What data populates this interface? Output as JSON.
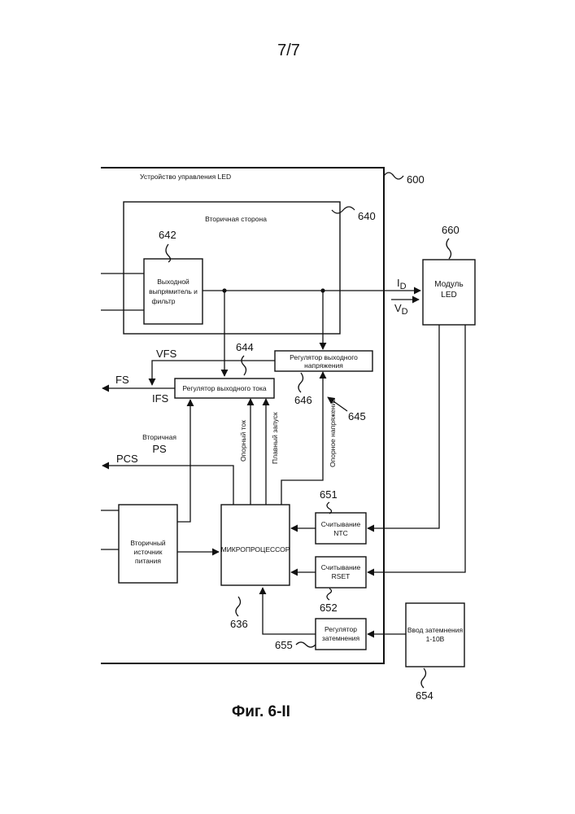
{
  "page_number": "7/7",
  "figure_caption": "Фиг. 6-II",
  "blocks": {
    "device": {
      "title": "Устройство управления LED",
      "ref": "600"
    },
    "secondary_side": {
      "title": "Вторичная сторона",
      "ref": "640"
    },
    "rectifier": {
      "line1": "Выходной",
      "line2": "выпрямитель и",
      "line3": "фильтр",
      "ref": "642"
    },
    "current_regulator": {
      "title": "Регулятор выходного тока",
      "ref": "644"
    },
    "voltage_regulator": {
      "line1": "Регулятор выходного",
      "line2": "напряжения",
      "ref": "646"
    },
    "control_group": {
      "ref": "645"
    },
    "led_module": {
      "line1": "Модуль",
      "line2": "LED",
      "ref": "660"
    },
    "secondary_supply": {
      "line1": "Вторичный",
      "line2": "источник",
      "line3": "питания"
    },
    "microprocessor": {
      "title": "МИКРОПРОЦЕССОР",
      "ref": "636"
    },
    "ntc_reader": {
      "line1": "Считывание",
      "line2": "NTC",
      "ref": "651"
    },
    "rset_reader": {
      "line1": "Считывание",
      "line2": "RSET",
      "ref": "652"
    },
    "dimming_regulator": {
      "line1": "Регулятор",
      "line2": "затемнения",
      "ref": "655"
    },
    "dimming_input": {
      "line1": "Ввод затемнения",
      "line2": "1-10В",
      "ref": "654"
    }
  },
  "signals": {
    "id_main": "I",
    "id_sub": "D",
    "vd_main": "V",
    "vd_sub": "D",
    "vfs": "VFS",
    "fs": "FS",
    "ifs": "IFS",
    "pcs": "PCS",
    "secondary_label": "Вторичная",
    "ps": "PS",
    "ref_current": "Опорный ток",
    "soft_start": "Плавный запуск",
    "ref_voltage": "Опорное напряжение"
  }
}
